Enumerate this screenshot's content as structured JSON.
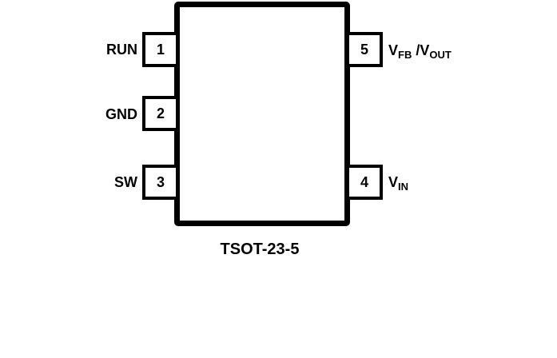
{
  "package": "TSOT-23-5",
  "pins": [
    {
      "number": "1",
      "name": "RUN",
      "side": "left"
    },
    {
      "number": "2",
      "name": "GND",
      "side": "left"
    },
    {
      "number": "3",
      "name": "SW",
      "side": "left"
    },
    {
      "number": "4",
      "name_main": "V",
      "name_sub": "IN",
      "side": "right"
    },
    {
      "number": "5",
      "name_main": "V",
      "name_sub": "FB",
      "name_sep": " /V",
      "name_sub2": "OUT",
      "side": "right"
    }
  ]
}
